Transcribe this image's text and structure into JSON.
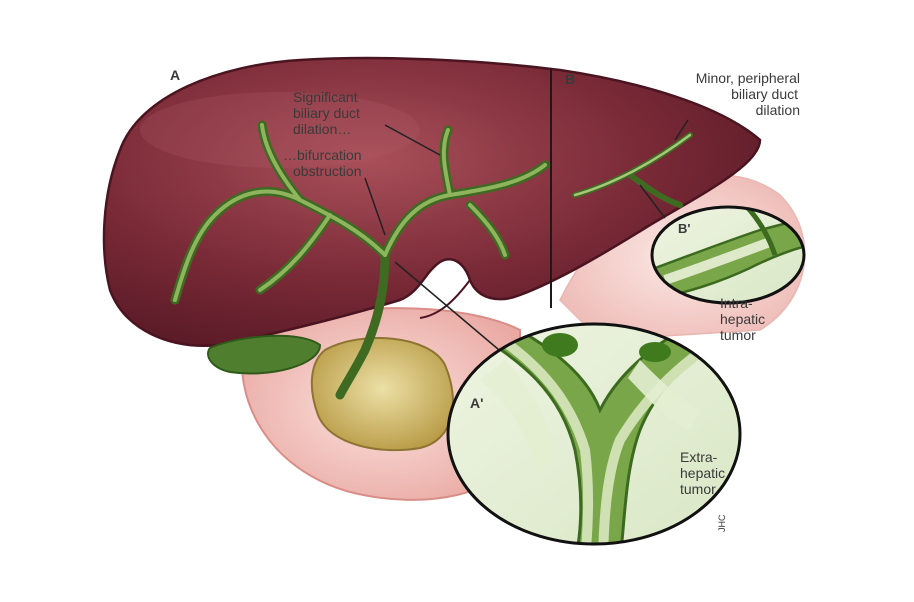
{
  "labels": {
    "panel_a": "A",
    "panel_b": "B",
    "panel_a_prime": "A'",
    "panel_b_prime": "B'",
    "significant_line1": "Significant",
    "significant_line2": "biliary duct",
    "significant_line3": "dilation…",
    "bifurcation_line1": "…bifurcation",
    "bifurcation_line2": "obstruction",
    "minor_line1": "Minor, peripheral",
    "minor_line2": "biliary duct",
    "minor_line3": "dilation",
    "intra_line1": "Intra-",
    "intra_line2": "hepatic",
    "intra_line3": "tumor",
    "extra_line1": "Extra-",
    "extra_line2": "hepatic",
    "extra_line3": "tumor",
    "credit": "JHC"
  },
  "colors": {
    "liver": "#7a2a37",
    "liver_highlight": "#a0464f",
    "duct": "#5f8a3a",
    "duct_light": "#a9c77a",
    "tumor": "#d8e6c4",
    "pancreas": "#f2c4c0",
    "gallbladder_stone": "#d9c06a",
    "label": "#444444"
  }
}
